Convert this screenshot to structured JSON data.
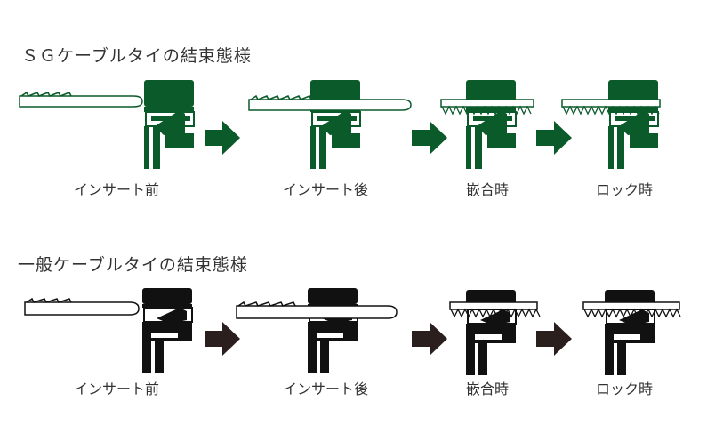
{
  "sections": [
    {
      "title": "ＳＧケーブルタイの結束態様",
      "color": "#0b5a2a",
      "stages": [
        "インサート前",
        "インサート後",
        "嵌合時",
        "ロック時"
      ]
    },
    {
      "title": "一般ケーブルタイの結束態様",
      "color": "#111111",
      "stages": [
        "インサート前",
        "インサート後",
        "嵌合時",
        "ロック時"
      ]
    }
  ],
  "arrow_color_top": "#0b5a2a",
  "arrow_color_bottom": "#2a1f1d"
}
